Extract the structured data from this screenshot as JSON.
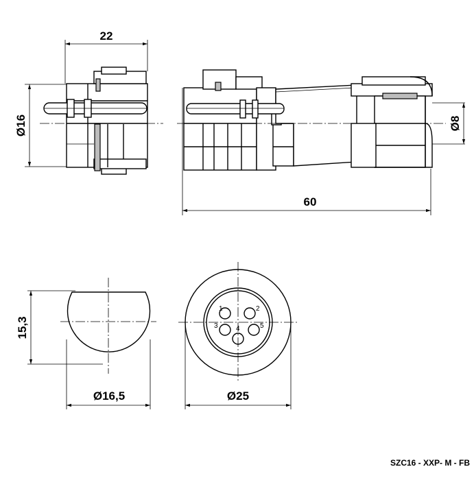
{
  "dimensions": {
    "side_width": "22",
    "side_diameter": "Ø16",
    "total_length": "60",
    "cable_diameter": "Ø8",
    "flat_height": "15,3",
    "front_diameter": "Ø16,5",
    "end_diameter": "Ø25"
  },
  "pins": [
    "1",
    "2",
    "3",
    "4",
    "5"
  ],
  "part_code": "SZC16 - XXP- M - FB"
}
